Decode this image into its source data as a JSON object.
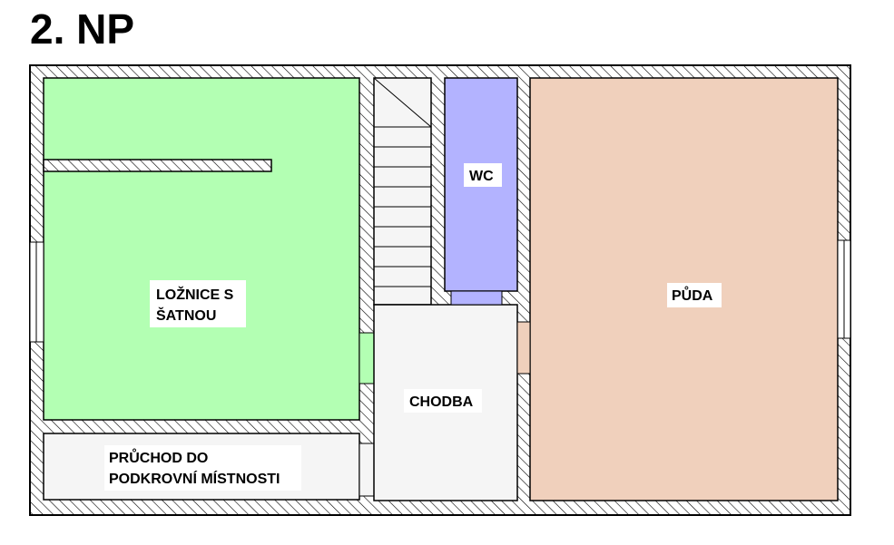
{
  "title": "2. NP",
  "rooms": {
    "loznice": {
      "label_line1": "LOŽNICE S",
      "label_line2": "ŠATNOU",
      "color": "#b3ffb3"
    },
    "wc": {
      "label": "WC",
      "color": "#b3b3ff"
    },
    "puda": {
      "label": "PŮDA",
      "color": "#f0d0bc"
    },
    "chodba": {
      "label": "CHODBA",
      "color": "#f5f5f5"
    },
    "pruchod": {
      "label_line1": "PRŮCHOD DO",
      "label_line2": "PODKROVNÍ MÍSTNOSTI",
      "color": "#f5f5f5"
    },
    "schodiste": {
      "color": "#f5f5f5"
    }
  },
  "colors": {
    "wall_fill": "#ffffff",
    "wall_hatch": "#000000",
    "outline": "#000000"
  }
}
